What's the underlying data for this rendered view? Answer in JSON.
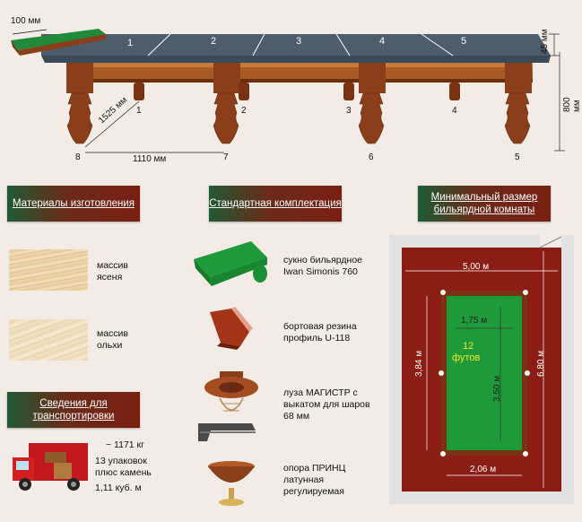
{
  "table_drawing": {
    "rail_width": "100 мм",
    "slate_sections": [
      "1",
      "2",
      "3",
      "4",
      "5"
    ],
    "top_thickness": "45 мм",
    "height": "800 мм",
    "diagonal": "1525 мм",
    "leg_spacing": "1110 мм",
    "leg_numbers": [
      "1",
      "2",
      "3",
      "4",
      "5",
      "6",
      "7",
      "8"
    ]
  },
  "materials": {
    "header": "Материалы изготовления",
    "items": [
      {
        "label": "массив ясеня"
      },
      {
        "label": "массив ольхи"
      }
    ]
  },
  "transport": {
    "header": "Сведения для транспортировки",
    "weight": "~ 1171 кг",
    "packages": "13 упаковок плюс камень",
    "volume": "1,11 куб. м"
  },
  "standard_kit": {
    "header": "Стандартная комплектация",
    "items": [
      {
        "label": "сукно бильярдное Iwan Simonis 760"
      },
      {
        "label": "бортовая резина профиль U-118"
      },
      {
        "label": "луза МАГИСТР с выкатом для шаров 68 мм"
      },
      {
        "label": "опора ПРИНЦ латунная регулируемая"
      }
    ]
  },
  "room": {
    "header": "Минимальный размер бильярдной комнаты",
    "room_width": "5,00 м",
    "room_length": "6,80 м",
    "table_width": "1,75 м",
    "table_length": "3,50 м",
    "side_clearance": "3,84 м",
    "bottom_width": "2,06 м",
    "size_number": "12",
    "size_unit": "футов"
  },
  "colors": {
    "cloth": "#1f9a3a",
    "room_floor": "#8b1d14",
    "wood": "#8a3e1a",
    "slate": "#4d5d6c"
  }
}
